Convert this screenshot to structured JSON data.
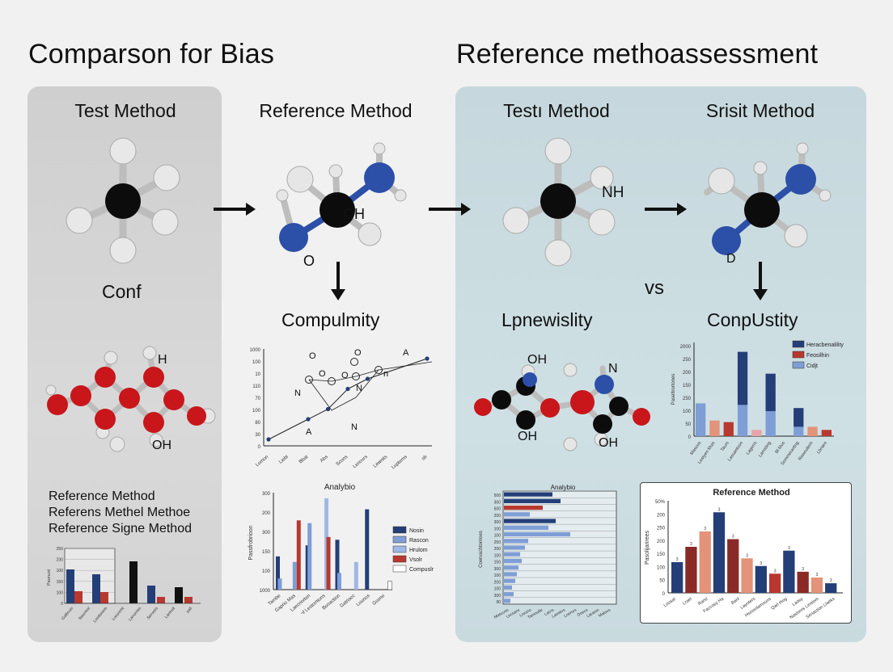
{
  "titles": {
    "left": "Comparson for  Bias",
    "right": "Reference methoassessment"
  },
  "headings": {
    "test_method_1": "Test Method",
    "reference_method": "Reference Method",
    "test_method_2": "Testı Method",
    "srisit_method": "Srisit Method"
  },
  "labels": {
    "conf": "Conf",
    "compulmity": "Compulmity",
    "lpnewislity": "Lpnewislity",
    "conpustity": "ConpUstity",
    "vs": "vs"
  },
  "atom_labels": {
    "oh_center": "OH",
    "o_bottom": "O",
    "nh": "NH",
    "d": "D",
    "ring1_h": "H",
    "ring1_oh": "OH",
    "ring2_oh_top": "OH",
    "ring2_n": "N",
    "ring2_oh_bottom_left": "OH",
    "ring2_oh_bottom_right": "OH"
  },
  "left_text_block": [
    "Reference Method",
    "Referens Methel Methoe",
    "Reference Signe Method"
  ],
  "colors": {
    "navy": "#243e78",
    "light_blue": "#7f9ed6",
    "red": "#b8382f",
    "salmon": "#e2937a",
    "black": "#111111",
    "atom_red": "#c8161b",
    "atom_blue": "#2c4fa8",
    "atom_white": "#e6e6e6",
    "atom_black": "#0c0c0c"
  },
  "chart_data": [
    {
      "type": "line",
      "title": "",
      "ylabel": "",
      "yticks": [
        "1000",
        "100",
        "10",
        "110",
        "70",
        "100",
        "80",
        "30",
        "0"
      ],
      "xticks": [
        "Lomon",
        "Liebl",
        "Bbat",
        "Abs",
        "Scons",
        "Lenovrs",
        "Lewnits",
        "Luptems",
        "sb"
      ],
      "points": [
        {
          "x": 0,
          "y": 0
        },
        {
          "x": 2,
          "y": 2
        },
        {
          "x": 3,
          "y": 3
        },
        {
          "x": 4,
          "y": 5
        },
        {
          "x": 5,
          "y": 6
        },
        {
          "x": 8,
          "y": 8
        }
      ],
      "annotations": [
        "O",
        "A",
        "O",
        "O",
        "O",
        "N",
        "N",
        "A",
        "N",
        "n"
      ]
    },
    {
      "type": "bar",
      "title": "Analybio",
      "ylabel": "Passfrobrioon",
      "yticks": [
        "300",
        "200",
        "300",
        "150",
        "100",
        "1000"
      ],
      "categories": [
        "Tambe",
        "Gaprio Mas",
        "Laecriorten",
        "Lows of Lestomions",
        "Bonaction",
        "Gatriacc",
        "Lounos",
        "Gosno"
      ],
      "series": [
        {
          "name": "Nosin",
          "values": [
            120,
            0,
            160,
            0,
            180,
            0,
            290,
            0
          ]
        },
        {
          "name": "Rascon",
          "values": [
            40,
            100,
            240,
            0,
            60,
            0,
            0,
            0
          ]
        },
        {
          "name": "Hrulom",
          "values": [
            0,
            0,
            0,
            330,
            0,
            100,
            0,
            0
          ]
        },
        {
          "name": "Vsolr",
          "values": [
            0,
            250,
            0,
            190,
            0,
            0,
            0,
            0
          ]
        },
        {
          "name": "Compuslr",
          "values": [
            0,
            0,
            0,
            0,
            0,
            0,
            0,
            30
          ]
        }
      ]
    },
    {
      "type": "bar",
      "title": "",
      "ylabel": "Paseltrortones",
      "yticks": [
        "2000",
        "250",
        "200",
        "150",
        "250",
        "100",
        "50",
        "0"
      ],
      "categories": [
        "Mascus",
        "Lestyen Muis",
        "Taurs",
        "Lassantoon",
        "Lagerrs",
        "Lamsting",
        "Bl Mus",
        "Sommerarting",
        "Rewouliom",
        "Lbnaro"
      ],
      "series": [
        {
          "name": "Heracbenalility",
          "values": [
            0,
            0,
            0,
            270,
            0,
            200,
            0,
            0,
            0,
            0
          ]
        },
        {
          "name": "Feosilhin",
          "values": [
            0,
            50,
            0,
            0,
            0,
            0,
            0,
            20,
            0,
            0
          ]
        },
        {
          "name": "Cidjt",
          "values": [
            105,
            0,
            0,
            100,
            0,
            80,
            0,
            30,
            0,
            0
          ]
        }
      ]
    },
    {
      "type": "bar",
      "title": "Analybio",
      "ylabel": "Coervachtorrioes",
      "yticks": [
        "500",
        "300",
        "500",
        "200",
        "300",
        "100",
        "100",
        "250",
        "200",
        "100",
        "150",
        "300",
        "100",
        "200",
        "100",
        "300",
        "90"
      ],
      "categories": [
        "Mascuss",
        "Lecsanv",
        "Lreuno",
        "Tamoutle",
        "Larns",
        "Lamitrrs",
        "Loerors",
        "Doecs",
        "Laramn",
        "Maloos"
      ]
    },
    {
      "type": "bar",
      "title": "Reference Method",
      "ylabel": "Pasolijarirees",
      "yticks": [
        "50%",
        "200",
        "250",
        "200",
        "150",
        "100",
        "50",
        "0"
      ],
      "categories": [
        "Lousar",
        "Lrael",
        "Rarst",
        "Faccosy Ha",
        "Banl",
        "Layoters",
        "Hsmonlamouns",
        "Qarl thog",
        "Laosy",
        "Nastoms Limtiom",
        "Senaction Llaeks"
      ],
      "values": [
        80,
        120,
        160,
        210,
        140,
        90,
        70,
        50,
        110,
        55,
        40,
        25
      ]
    },
    {
      "type": "bar",
      "title": "",
      "ylabel": "Pasmunt",
      "yticks": [
        "250",
        "230",
        "100",
        "150",
        "100",
        "0"
      ],
      "categories": [
        "Gallinuis",
        "Nasrmot",
        "Lovdonem",
        "Lreunrmt",
        "Lanorries",
        "Serveirs",
        "Larmolt",
        "pall"
      ]
    }
  ]
}
